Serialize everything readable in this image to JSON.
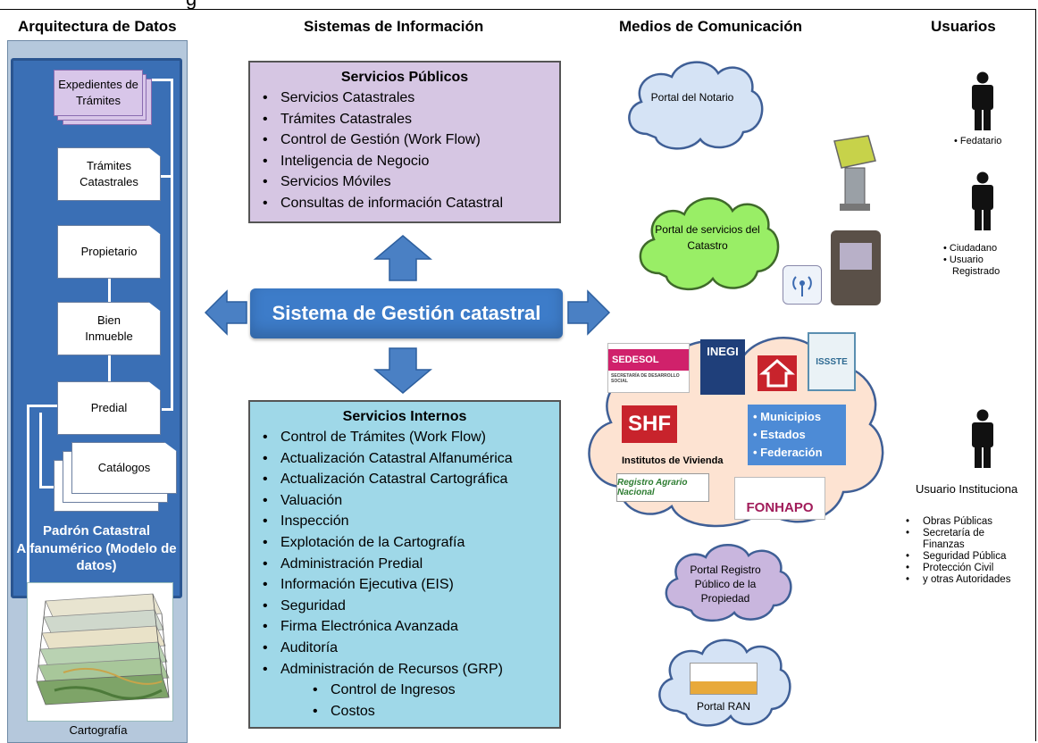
{
  "headers": {
    "arquitectura": "Arquitectura de Datos",
    "sistemas": "Sistemas de Información",
    "medios": "Medios de Comunicación",
    "usuarios": "Usuarios"
  },
  "title_fragment": "g",
  "arquitectura": {
    "expedientes": "Expedientes de Trámites",
    "tramites": "Trámites Catastrales",
    "propietario": "Propietario",
    "bien": "Bien Inmueble",
    "predial": "Predial",
    "catalogos": "Catálogos",
    "padron": "Padrón Catastral Alfanumérico (Modelo de datos)",
    "cartografia": "Cartografía"
  },
  "servicios_publicos": {
    "title": "Servicios Públicos",
    "items": [
      "Servicios Catastrales",
      "Trámites Catastrales",
      "Control de Gestión (Work Flow)",
      "Inteligencia de Negocio",
      "Servicios Móviles",
      "Consultas de información Catastral"
    ]
  },
  "sistema_central": "Sistema de Gestión catastral",
  "servicios_internos": {
    "title": "Servicios Internos",
    "items": [
      "Control de Trámites (Work Flow)",
      "Actualización Catastral Alfanumérica",
      "Actualización Catastral Cartográfica",
      "Valuación",
      "Inspección",
      "Explotación de la Cartografía",
      "Administración Predial",
      "Información Ejecutiva (EIS)",
      "Seguridad",
      "Firma Electrónica Avanzada",
      "Auditoría",
      "Administración de Recursos (GRP)"
    ],
    "sub_items": [
      "Control de Ingresos",
      "Costos"
    ]
  },
  "medios": {
    "portal_notario": "Portal del Notario",
    "portal_catastro": "Portal de servicios del Catastro",
    "logos": {
      "sedesol": "SEDESOL",
      "sedesol_sub": "SECRETARÍA DE DESARROLLO SOCIAL",
      "inegi": "INEGI",
      "issste": "ISSSTE",
      "shf": "SHF",
      "ran": "Registro Agrario Nacional",
      "fonhapo": "FONHAPO"
    },
    "municipios": [
      "Municipios",
      "Estados",
      "Federación"
    ],
    "institutos": "Institutos de Vivienda",
    "portal_registro": "Portal Registro Público de la Propiedad",
    "portal_ran": "Portal RAN"
  },
  "usuarios": {
    "fedatario": "Fedatario",
    "ciudadano": "Ciudadano",
    "usuario_registrado": "Usuario Registrado",
    "institucional": "Usuario Instituciona",
    "autoridades": [
      "Obras Públicas",
      "Secretaría de Finanzas",
      "Seguridad Pública",
      "Protección Civil",
      "y otras Autoridades"
    ]
  },
  "colors": {
    "center_box": "#3d7cc9",
    "publicos_bg": "#d6c6e3",
    "internos_bg": "#9fd8e8",
    "arquitectura_bg": "#3a6fb5",
    "cloud_blue": "#d5e3f5",
    "cloud_green": "#99ee66",
    "cloud_peach": "#fde3d2",
    "cloud_purple": "#c9b6de"
  }
}
